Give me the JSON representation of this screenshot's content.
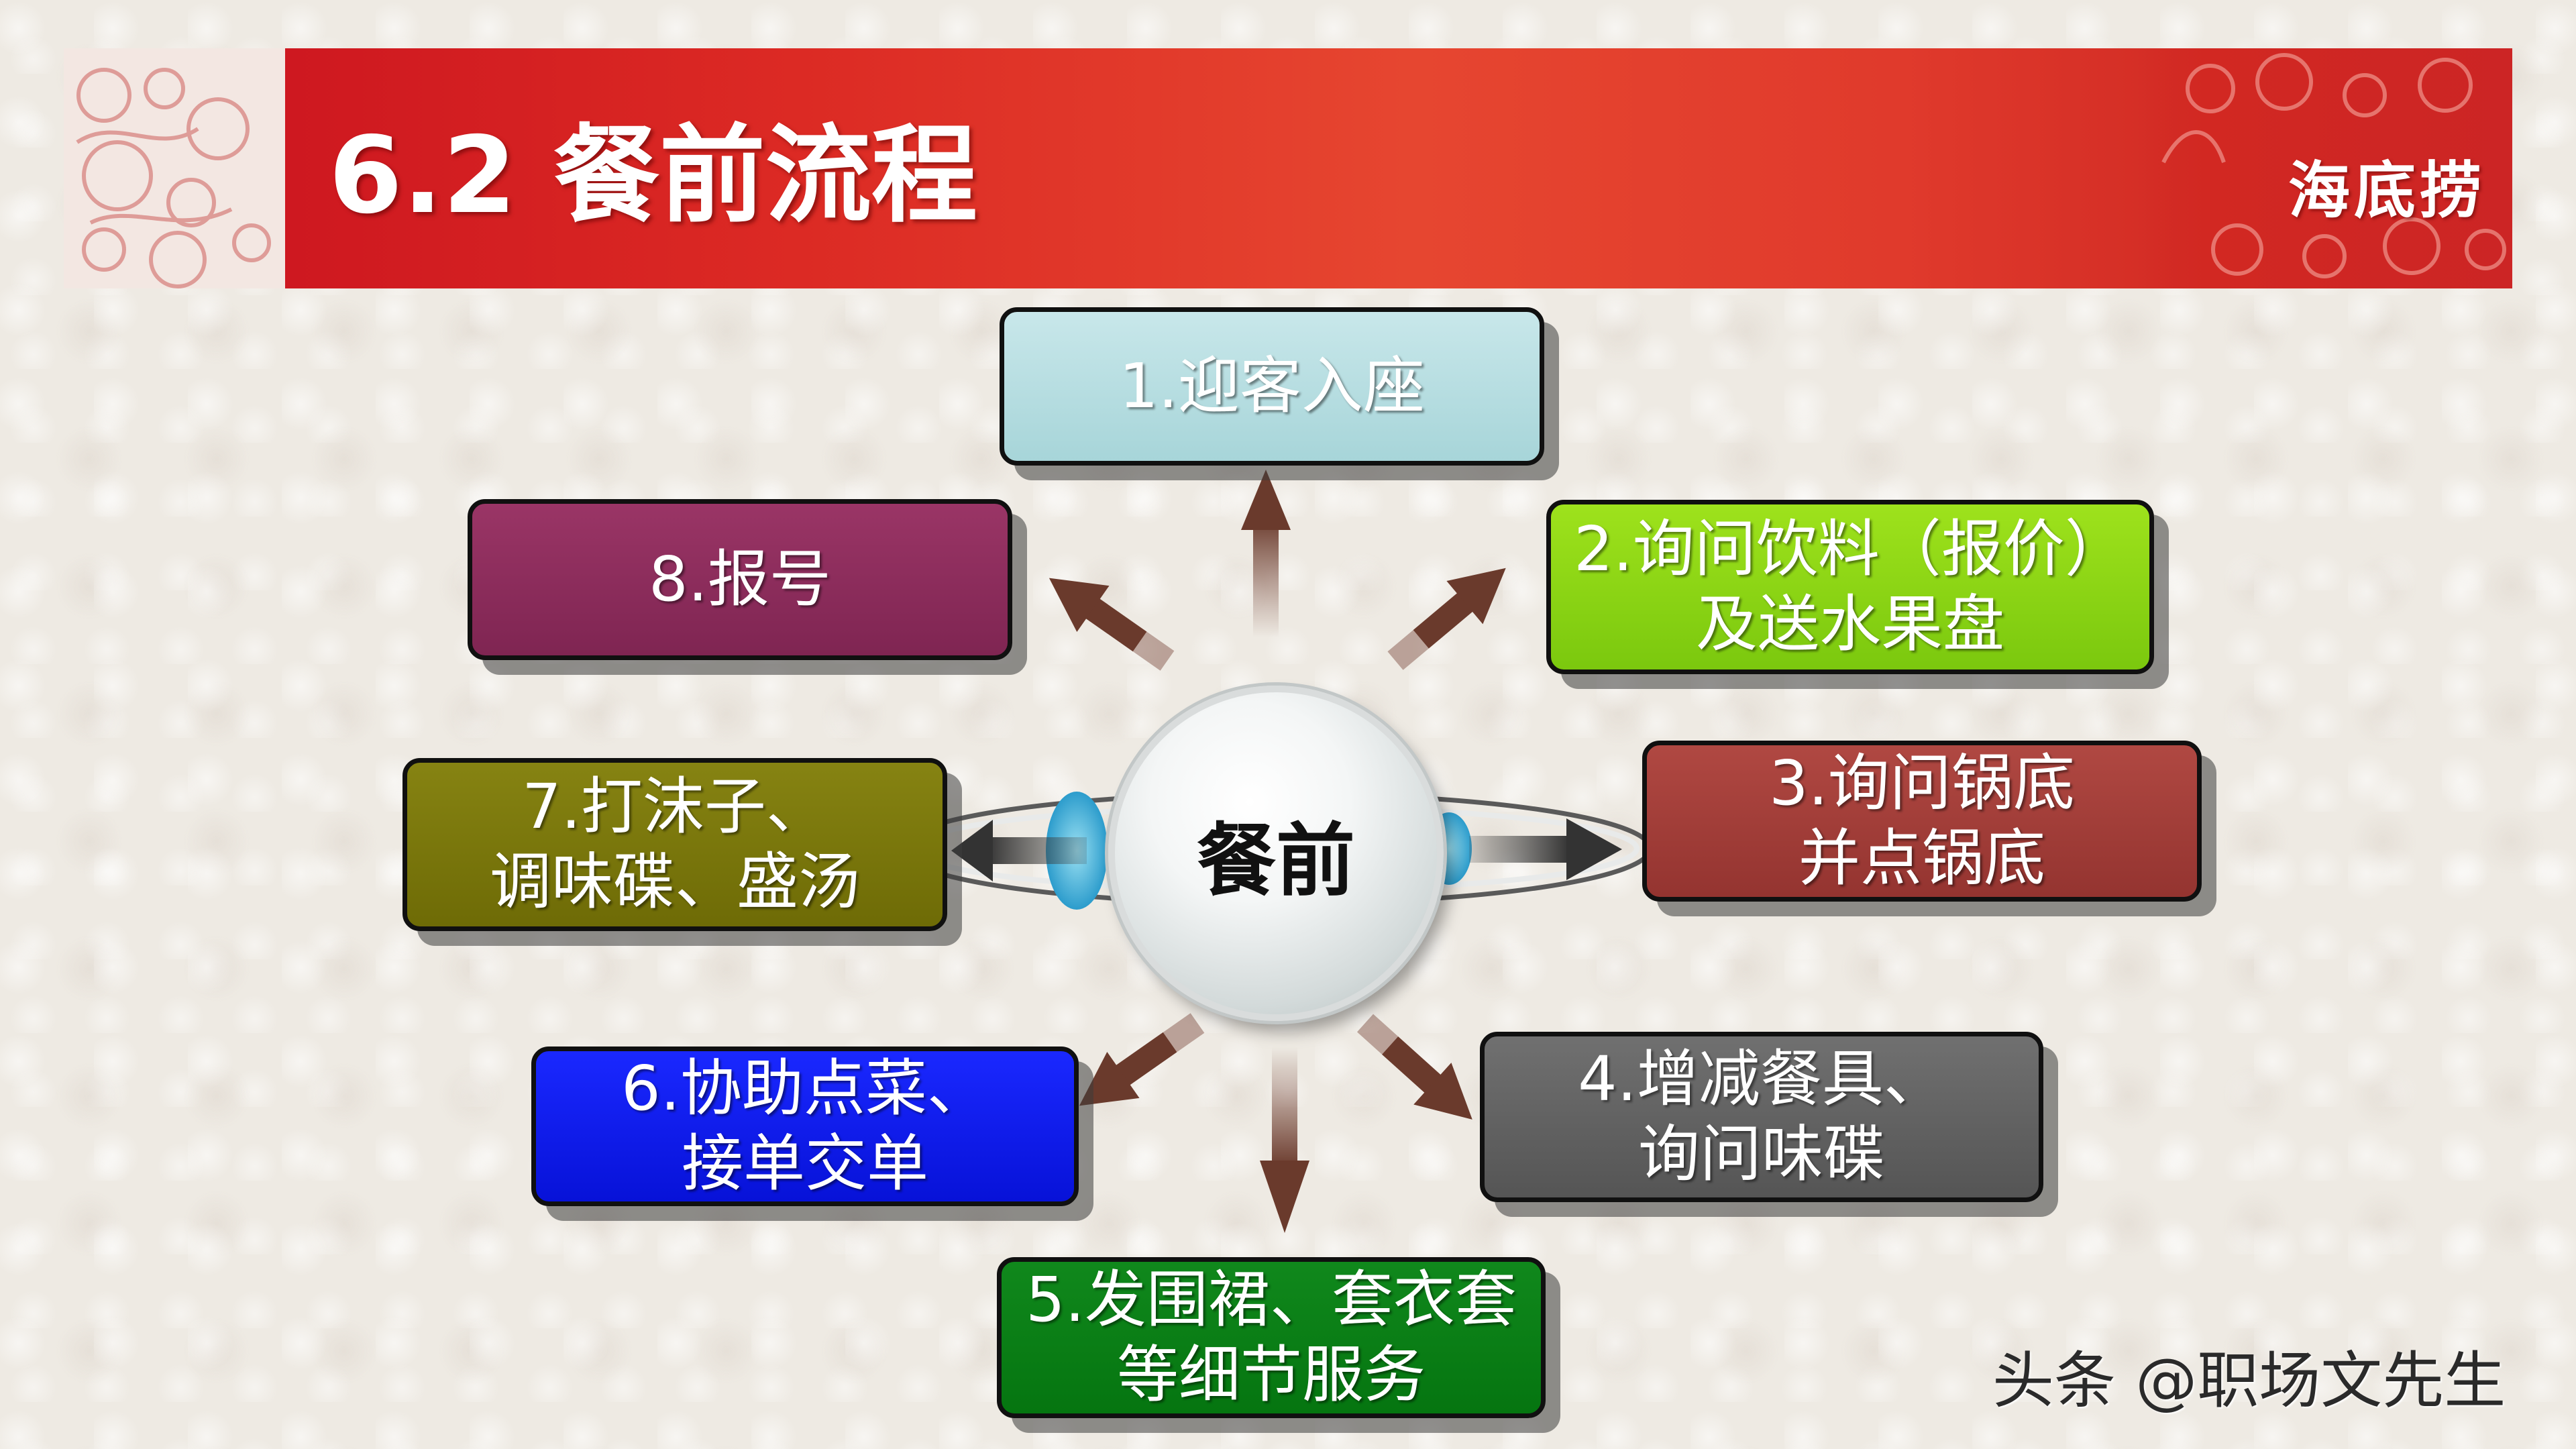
{
  "slide": {
    "title": "6.2 餐前流程",
    "brand": "海底捞"
  },
  "center": {
    "label": "餐前"
  },
  "steps": [
    {
      "id": "1",
      "text": "1.迎客入座",
      "color": "#a7d5d9"
    },
    {
      "id": "2",
      "text": "2.询问饮料（报价）\n及送水果盘",
      "color": "#8bd414"
    },
    {
      "id": "3",
      "text": "3.询问锅底\n并点锅底",
      "color": "#a13d38"
    },
    {
      "id": "4",
      "text": "4.增减餐具、\n询问味碟",
      "color": "#606060"
    },
    {
      "id": "5",
      "text": "5.发围裙、套衣套\n等细节服务",
      "color": "#0a7e16"
    },
    {
      "id": "6",
      "text": "6.协助点菜、\n接单交单",
      "color": "#0f1cee"
    },
    {
      "id": "7",
      "text": "7.打沫子、\n调味碟、盛汤",
      "color": "#7a7710"
    },
    {
      "id": "8",
      "text": "8.报号",
      "color": "#8c2d5e"
    }
  ],
  "watermark": "头条 @职场文先生",
  "colors": {
    "banner": "#dc2a24",
    "background": "#eeeae3",
    "arrow": "#7a4a3c"
  }
}
